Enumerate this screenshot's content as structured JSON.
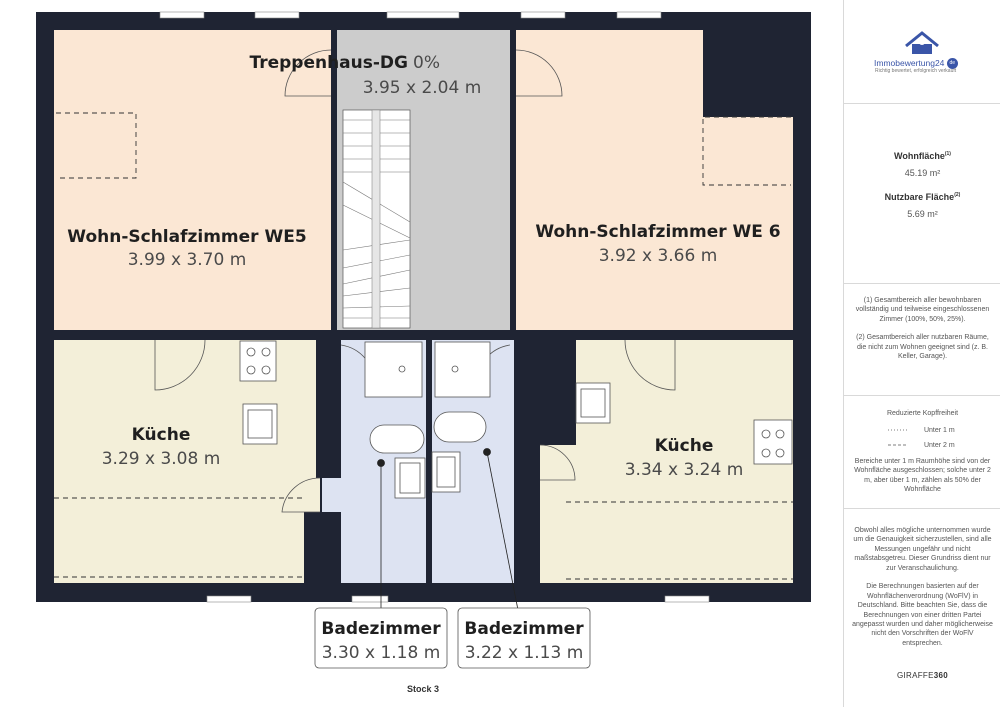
{
  "rooms": {
    "stairwell": {
      "name": "Treppenhaus-DG",
      "pct": "0%",
      "dims": "3.95 x 2.04 m"
    },
    "living_we5": {
      "name": "Wohn-Schlafzimmer WE5",
      "dims": "3.99 x 3.70 m"
    },
    "living_we6": {
      "name": "Wohn-Schlafzimmer WE 6",
      "dims": "3.92 x 3.66 m"
    },
    "kitchen_left": {
      "name": "Küche",
      "dims": "3.29 x 3.08 m"
    },
    "kitchen_right": {
      "name": "Küche",
      "dims": "3.34 x 3.24 m"
    },
    "bath_left": {
      "name": "Badezimmer",
      "dims": "3.30 x 1.18 m"
    },
    "bath_right": {
      "name": "Badezimmer",
      "dims": "3.22 x 1.13 m"
    }
  },
  "floor_label": "Stock 3",
  "sidebar": {
    "logo": {
      "name": "Immobewertung24",
      "badge": "de",
      "tagline": "Richtig bewertet, erfolgreich verkauft"
    },
    "areas": {
      "living_label": "Wohnfläche",
      "living_sup": "(1)",
      "living_value": "45.19 m²",
      "usable_label": "Nutzbare Fläche",
      "usable_sup": "(2)",
      "usable_value": "5.69 m²"
    },
    "notes": {
      "note1": "(1) Gesamtbereich aller bewohnbaren vollständig und teilweise eingeschlossenen Zimmer (100%, 50%, 25%).",
      "note2": "(2) Gesamtbereich aller nutzbaren Räume, die nicht zum Wohnen geeignet sind (z. B. Keller, Garage)."
    },
    "legend": {
      "title": "Reduzierte Kopffreiheit",
      "row1": "Unter 1 m",
      "row2": "Unter 2 m",
      "text": "Bereiche unter 1 m Raumhöhe sind von der Wohnfläche ausgeschlossen; solche unter 2 m, aber über 1 m, zählen als 50% der Wohnfläche"
    },
    "disclaimer": {
      "p1": "Obwohl alles mögliche unternommen wurde um die Genauigkeit sicherzustellen, sind alle Messungen ungefähr und nicht maßstabsgetreu. Dieser Grundriss dient nur zur Veranschaulichung.",
      "p2": "Die Berechnungen basierten auf der Wohnflächenverordnung (WoFlV) in Deutschland. Bitte beachten Sie, dass die Berechnungen von einer dritten Partei angepasst wurden und daher möglicherweise nicht den Vorschriften der WoFlV entsprechen."
    },
    "brand": "GIRAFFE",
    "brand_num": "360"
  },
  "colors": {
    "wall": "#1f2433",
    "living": "#fbe7d4",
    "kitchen": "#f3efd9",
    "bath": "#dde3f2",
    "stairs": "#cccccc",
    "logo_blue": "#3a55a8"
  }
}
